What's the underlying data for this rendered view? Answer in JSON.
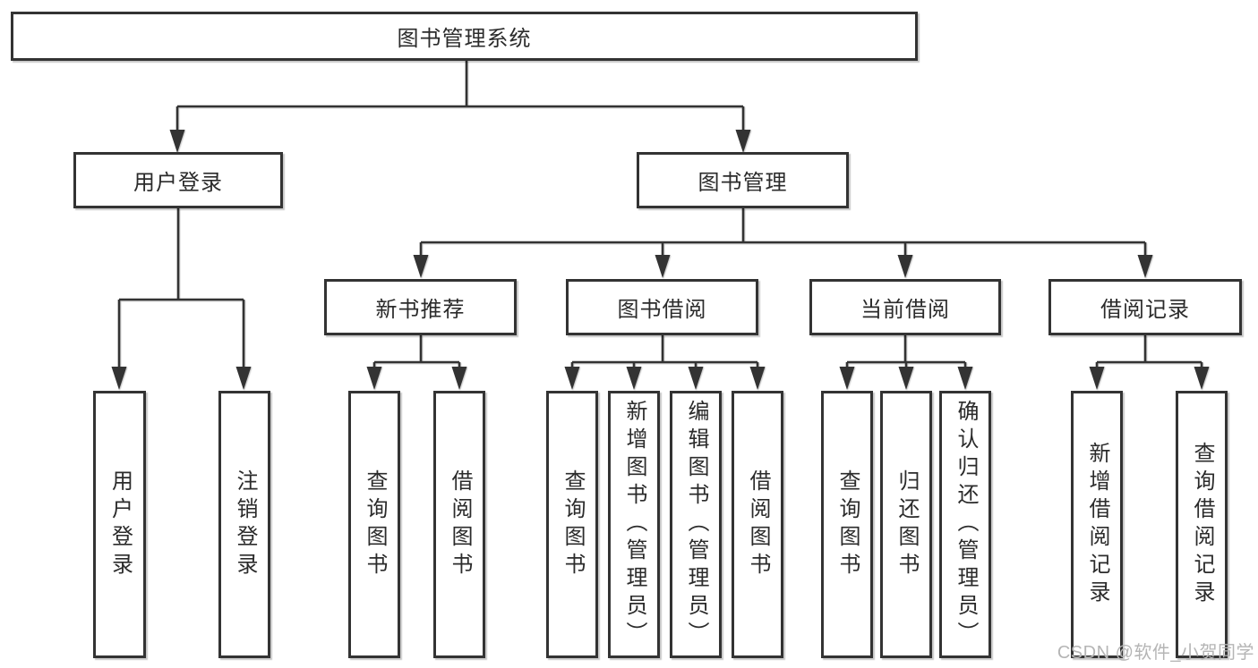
{
  "nodes": {
    "root": "图书管理系统",
    "login": "用户登录",
    "manage": "图书管理",
    "recommend": "新书推荐",
    "borrow": "图书借阅",
    "current": "当前借阅",
    "record": "借阅记录",
    "leaf_login": "用户登录",
    "leaf_logout": "注销登录",
    "leaf_rec_query": "查询图书",
    "leaf_rec_borrow": "借阅图书",
    "leaf_bor_query": "查询图书",
    "leaf_bor_add": "新增图书（管理员）",
    "leaf_bor_edit": "编辑图书（管理员）",
    "leaf_bor_borrow": "借阅图书",
    "leaf_cur_query": "查询图书",
    "leaf_cur_return": "归还图书",
    "leaf_cur_confirm": "确认归还（管理员）",
    "leaf_rcd_add": "新增借阅记录",
    "leaf_rcd_query": "查询借阅记录"
  },
  "watermark": "CSDN @软件_小贺同学",
  "colors": {
    "line": "#333333",
    "text": "#2b2b2b",
    "box-bg": "#ffffff",
    "watermark": "#b5b5b5",
    "background": "#ffffff"
  }
}
